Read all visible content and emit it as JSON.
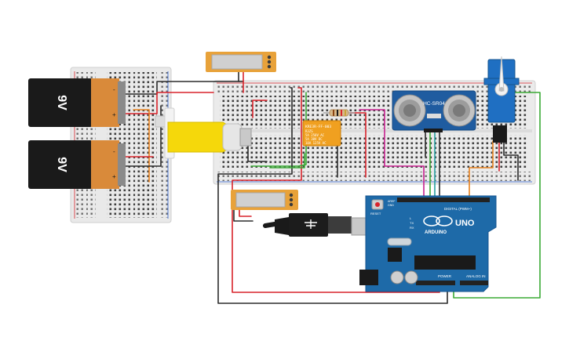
{
  "components": {
    "battery_top": {
      "label": "9V",
      "plus": "+",
      "minus": "-"
    },
    "battery_bottom": {
      "label": "9V",
      "plus": "+",
      "minus": "-"
    },
    "ultrasonic": {
      "label": "HC-SR04"
    },
    "relay": {
      "label": "KRE3R-FF-003",
      "lines": [
        "R3ZS",
        "5A 250V AC",
        "5A 30V DC",
        "10A 125V AC"
      ]
    },
    "arduino": {
      "brand": "ARDUINO",
      "model": "UNO",
      "digital_label": "DIGITAL (PWM~)",
      "power_label": "POWER",
      "analog_label": "ANALOG IN",
      "reset_label": "RESET",
      "led_tx": "TX",
      "led_rx": "RX",
      "led_l": "L",
      "aref": "AREF",
      "gnd": "GND"
    }
  },
  "colors": {
    "wire_red": "#d9232b",
    "wire_black": "#2b2b2b",
    "wire_green": "#3aaa35",
    "wire_orange": "#e8821e",
    "wire_magenta": "#c7208f",
    "wire_teal": "#28a0a0",
    "board_blue": "#1e6aa8",
    "breadboard": "#ebebeb",
    "motor_yellow": "#f5d80b",
    "battery_black": "#1a1a1a",
    "battery_orange": "#d98a3a",
    "lcd_amber": "#e8a23a"
  }
}
